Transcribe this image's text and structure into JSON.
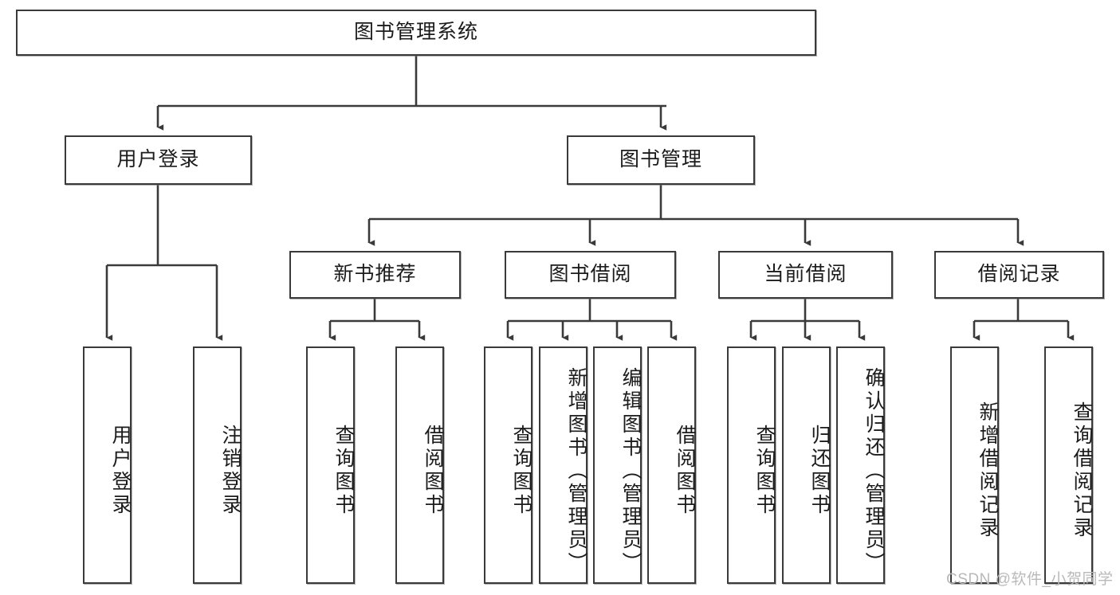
{
  "diagram": {
    "title": "图书管理系统",
    "type": "function-structure-tree",
    "watermark": "CSDN @软件_小贺同学",
    "colors": {
      "box_border": "#3a3a3a",
      "box_fill": "#ffffff",
      "connector": "#3a3a3a",
      "text": "#1b1b1b",
      "watermark": "#b9b9b9",
      "background": "#ffffff"
    }
  },
  "nodes": {
    "root": {
      "label": "图书管理系统"
    },
    "level1": [
      {
        "id": "user-login",
        "label": "用户登录"
      },
      {
        "id": "book-management",
        "label": "图书管理"
      }
    ],
    "level2": [
      {
        "id": "new-book-recommend",
        "label": "新书推荐"
      },
      {
        "id": "book-borrow",
        "label": "图书借阅"
      },
      {
        "id": "current-borrow",
        "label": "当前借阅"
      },
      {
        "id": "borrow-record",
        "label": "借阅记录"
      }
    ],
    "leaves": {
      "user_login": [
        {
          "id": "leaf-user-login",
          "label": "用户登录"
        },
        {
          "id": "leaf-logout-login",
          "label": "注销登录"
        }
      ],
      "new_book_recommend": [
        {
          "id": "leaf-query-book-1",
          "label": "查询图书"
        },
        {
          "id": "leaf-borrow-book-1",
          "label": "借阅图书"
        }
      ],
      "book_borrow": [
        {
          "id": "leaf-query-book-2",
          "label": "查询图书"
        },
        {
          "id": "leaf-add-book-admin",
          "label": "新增图书（管理员）"
        },
        {
          "id": "leaf-edit-book-admin",
          "label": "编辑图书（管理员）"
        },
        {
          "id": "leaf-borrow-book-2",
          "label": "借阅图书"
        }
      ],
      "current_borrow": [
        {
          "id": "leaf-query-book-3",
          "label": "查询图书"
        },
        {
          "id": "leaf-return-book",
          "label": "归还图书"
        },
        {
          "id": "leaf-confirm-return-admin",
          "label": "确认归还（管理员）"
        }
      ],
      "borrow_record": [
        {
          "id": "leaf-add-borrow-record",
          "label": "新增借阅记录"
        },
        {
          "id": "leaf-query-borrow-record",
          "label": "查询借阅记录"
        }
      ]
    }
  }
}
